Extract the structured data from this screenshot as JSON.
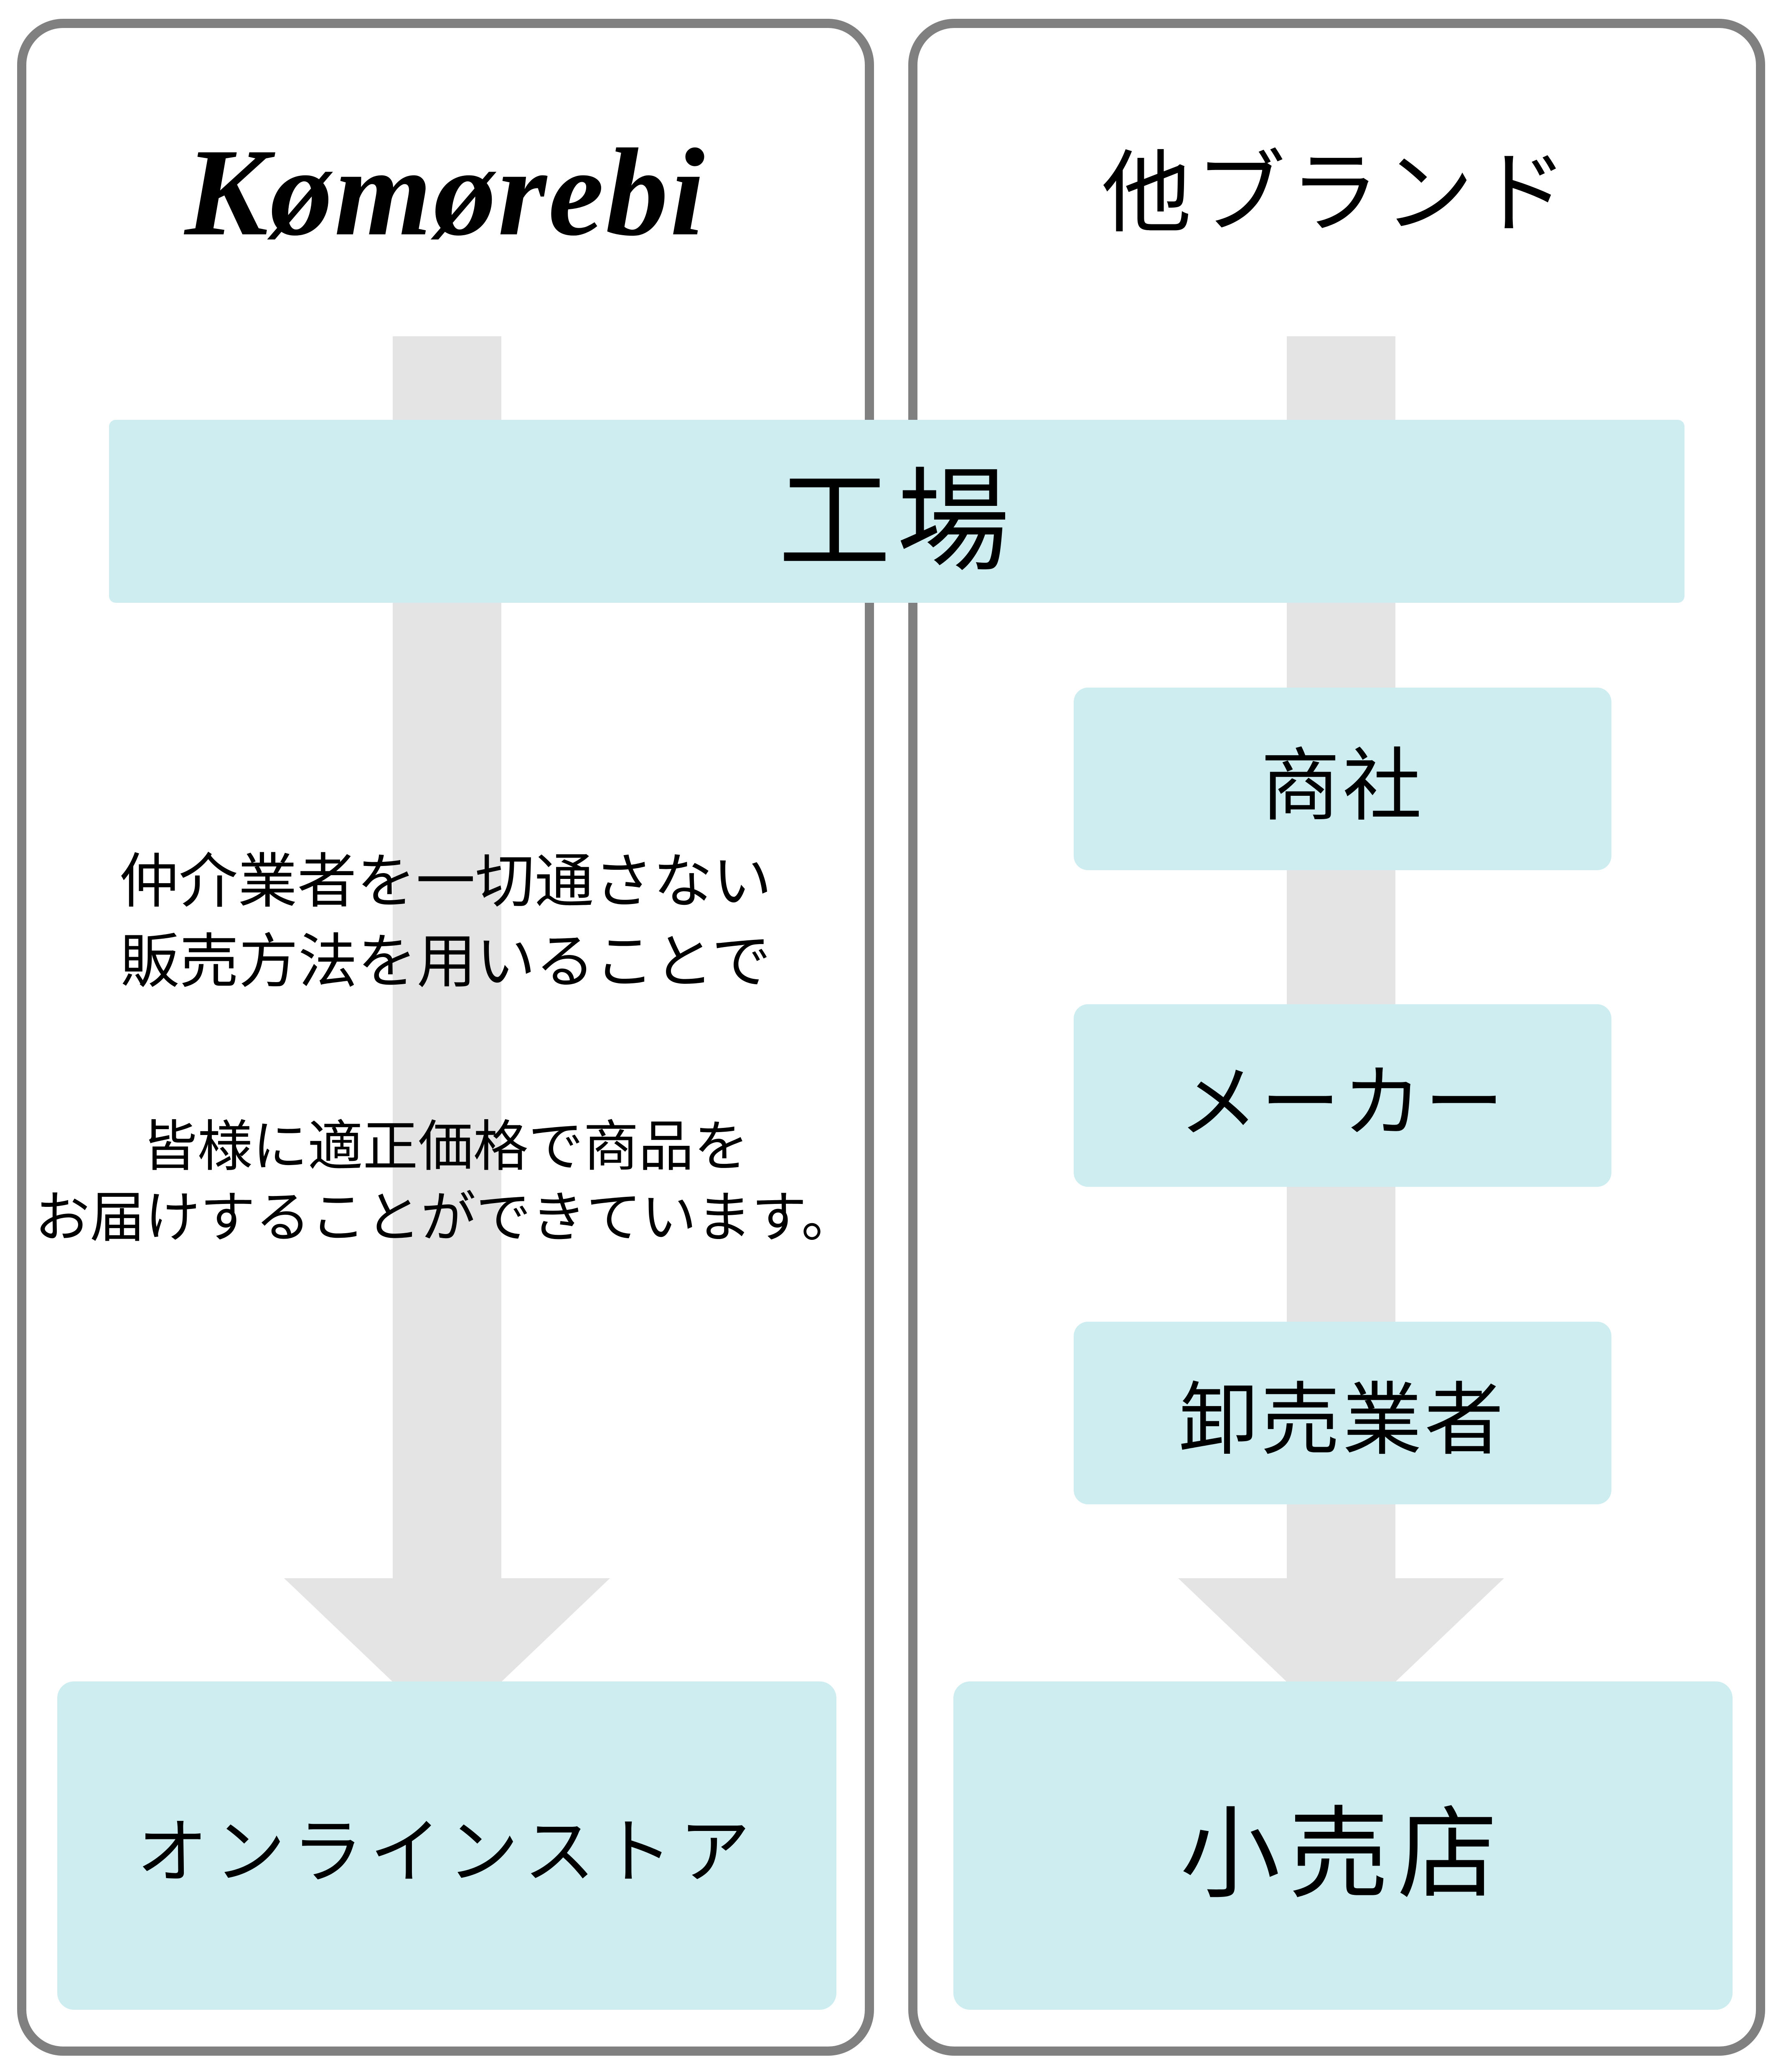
{
  "komorebi_panel": {
    "brand_name": "Komorebi",
    "logo_text": "Kømørebi",
    "description_lines": [
      "仲介業者を一切通さない",
      "販売方法を用いることで"
    ],
    "benefit_lines": [
      "皆様に適正価格で商品を",
      "お届けすることができています。"
    ],
    "destination_label": "オンラインストア"
  },
  "other_panel": {
    "title": "他ブランド",
    "steps": [
      "商社",
      "メーカー",
      "卸売業者"
    ],
    "destination_label": "小売店"
  },
  "shared": {
    "factory_label": "工場"
  },
  "colors": {
    "box_fill": "#cdedf1",
    "arrow_fill": "#e4e4e4",
    "panel_border": "#808080",
    "text": "#000000"
  }
}
